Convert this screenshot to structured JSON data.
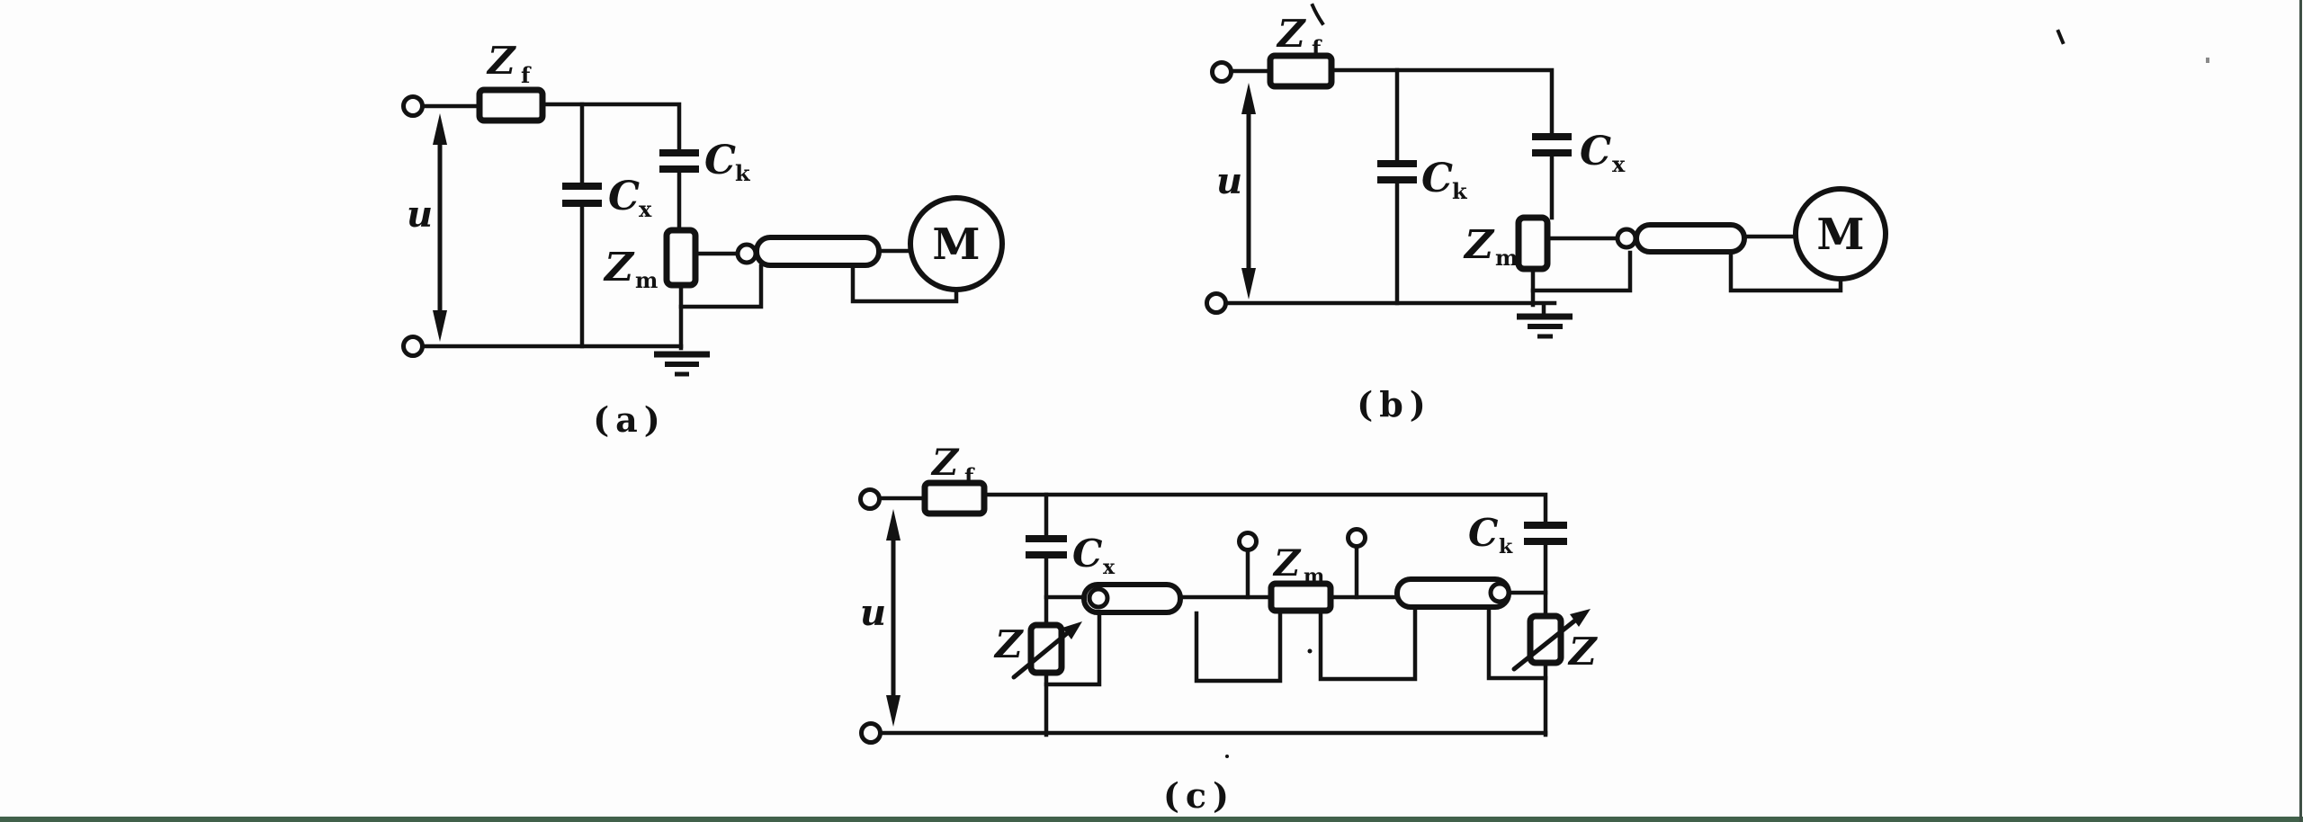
{
  "page": {
    "background": "#fdfdfd",
    "ink": "#121212",
    "bottom_bar_color": "#41614b",
    "right_edge_color": "#3f5045"
  },
  "circuits": {
    "a": {
      "caption": "(a)",
      "voltage": "u",
      "zf": {
        "base": "Z",
        "sub": "f"
      },
      "cx": {
        "base": "C",
        "sub": "x"
      },
      "ck": {
        "base": "C",
        "sub": "k"
      },
      "zm": {
        "base": "Z",
        "sub": "m"
      },
      "motor": "M"
    },
    "b": {
      "caption": "(b)",
      "voltage": "u",
      "zf": {
        "base": "Z",
        "sub": "f"
      },
      "ck": {
        "base": "C",
        "sub": "k"
      },
      "cx": {
        "base": "C",
        "sub": "x"
      },
      "zm": {
        "base": "Z",
        "sub": "m"
      },
      "motor": "M"
    },
    "c": {
      "caption": "(c)",
      "voltage": "u",
      "zf": {
        "base": "Z",
        "sub": "f"
      },
      "cx": {
        "base": "C",
        "sub": "x"
      },
      "ck": {
        "base": "C",
        "sub": "k"
      },
      "zm": {
        "base": "Z",
        "sub": "m"
      },
      "z_left": "Z",
      "z_right": "Z"
    }
  }
}
